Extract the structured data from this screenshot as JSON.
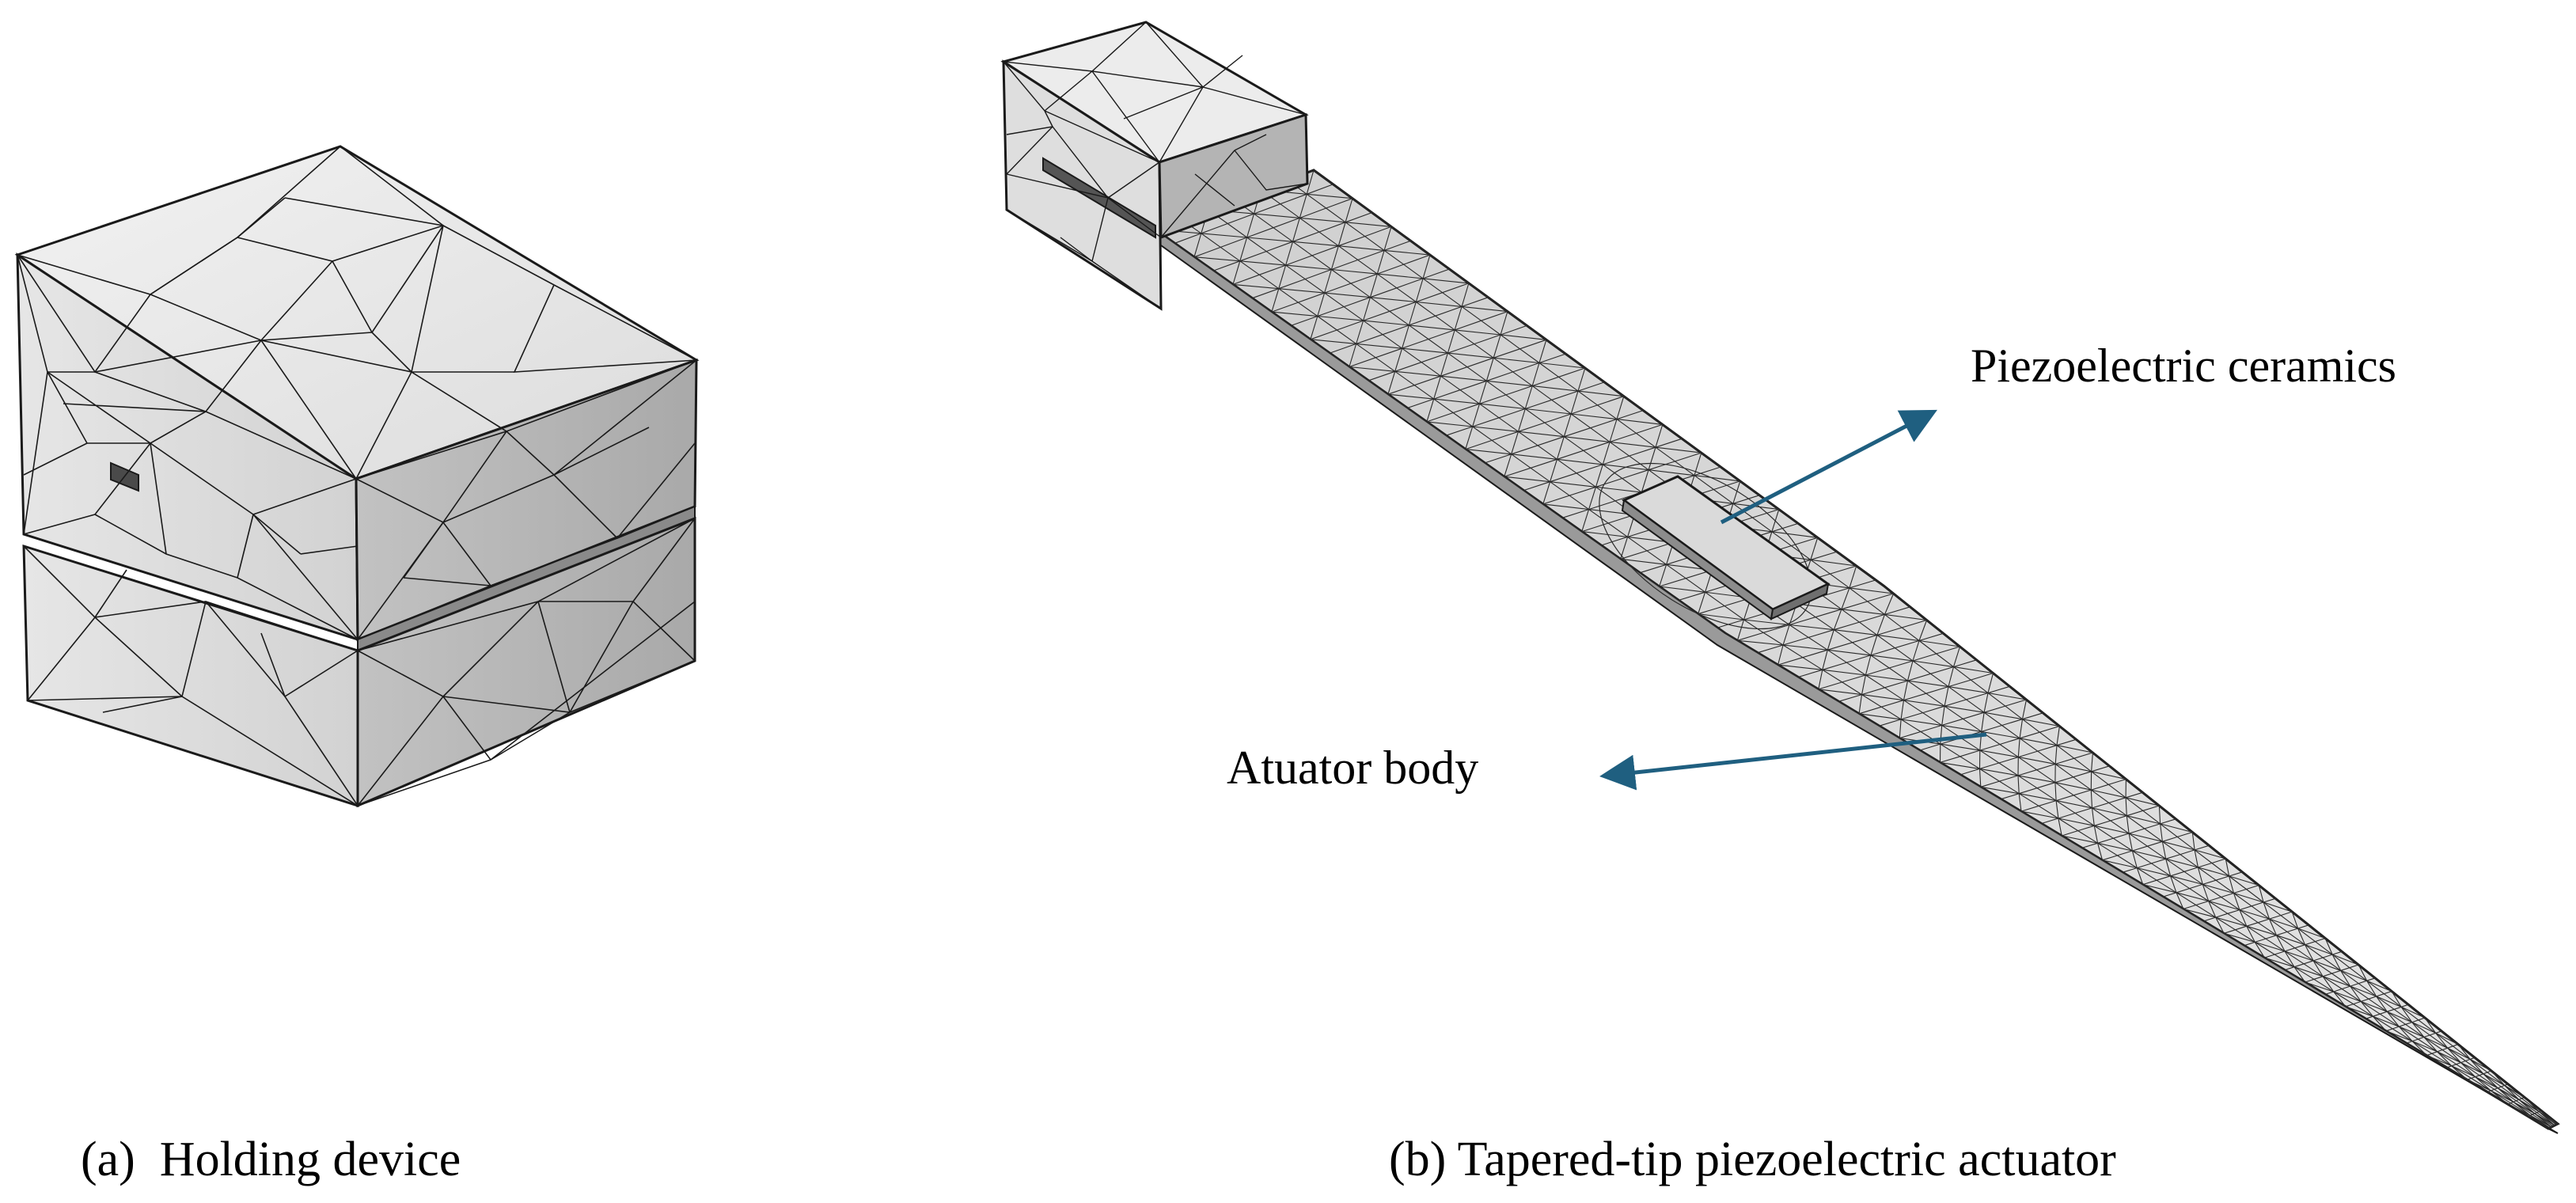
{
  "panels": [
    {
      "id": "a",
      "caption": "(a)  Holding device"
    },
    {
      "id": "b",
      "caption": "(b) Tapered-tip piezoelectric actuator"
    }
  ],
  "annotations": {
    "piezo": "Piezoelectric ceramics",
    "body": "Atuator body"
  },
  "colors": {
    "arrow": "#1f5f80",
    "face_light": "#e9e9e9",
    "face_mid": "#d8d8d8",
    "face_dark": "#b9b9b9",
    "mesh": "#1a1a1a"
  }
}
